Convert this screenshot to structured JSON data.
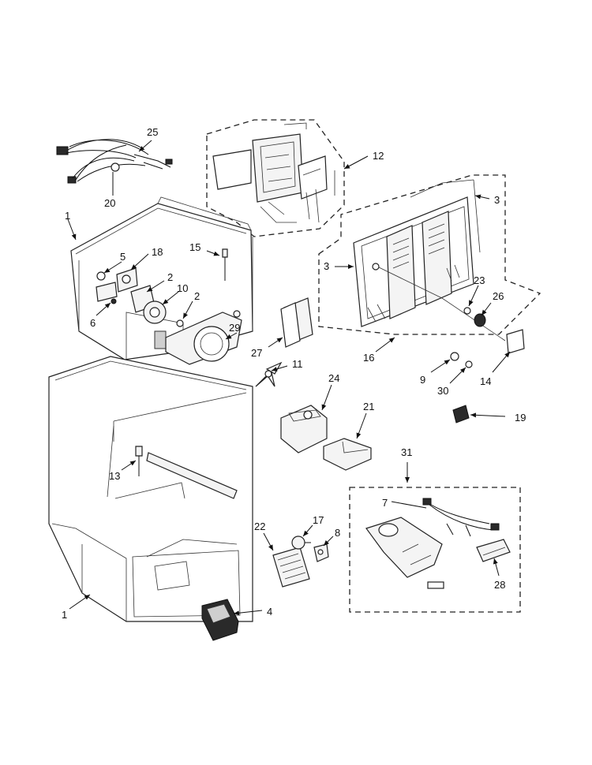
{
  "labels": {
    "l1a": "1",
    "l1b": "1",
    "l2a": "2",
    "l2b": "2",
    "l3a": "3",
    "l3b": "3",
    "l4": "4",
    "l5": "5",
    "l6": "6",
    "l7": "7",
    "l8": "8",
    "l9": "9",
    "l10": "10",
    "l11": "11",
    "l12": "12",
    "l13": "13",
    "l14": "14",
    "l15": "15",
    "l16": "16",
    "l17": "17",
    "l18": "18",
    "l19": "19",
    "l20": "20",
    "l21": "21",
    "l22": "22",
    "l23": "23",
    "l24": "24",
    "l25": "25",
    "l26": "26",
    "l27": "27",
    "l28": "28",
    "l29": "29",
    "l30": "30",
    "l31": "31"
  }
}
